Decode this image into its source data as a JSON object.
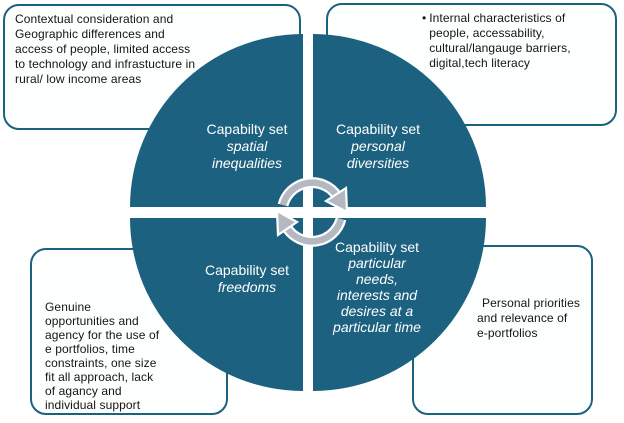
{
  "colors": {
    "teal": "#1C617F",
    "border": "#1C617F",
    "icon-gray": "#b4b8c0",
    "box-bg": "#fdfefe",
    "text-dark": "#141414",
    "text-light": "#ffffff"
  },
  "boxes": {
    "top_left": {
      "text": "Contextual consideration and\nGeographic differences and\naccess of people, limited access\nto technology and infrastucture in\nrural/ low income areas"
    },
    "top_right": {
      "bullet": "•",
      "text": "Internal characteristics of\npeople, accessability,\ncultural/langauge barriers,\ndigital,tech literacy"
    },
    "bottom_left": {
      "text": "Genuine\nopportunities and\nagency for the use of\ne portfolios, time\nconstraints, one size\nfit all approach, lack\nof agancy and\nindividual support"
    },
    "bottom_right": {
      "text": "Personal priorities\nand relevance of\ne-portfolios"
    }
  },
  "quadrants": {
    "top_left": {
      "label": "Capabilty set",
      "sublabel": "spatial\ninequalities"
    },
    "top_right": {
      "label": "Capability set",
      "sublabel": "personal\ndiversities"
    },
    "bottom_left": {
      "label": "Capability set",
      "sublabel": "freedoms"
    },
    "bottom_right": {
      "label": "Capability set",
      "sublabel": "particular\nneeds,\ninterests and\ndesires at a\nparticular time"
    }
  },
  "icon": {
    "name": "cycle-arrows-icon"
  }
}
